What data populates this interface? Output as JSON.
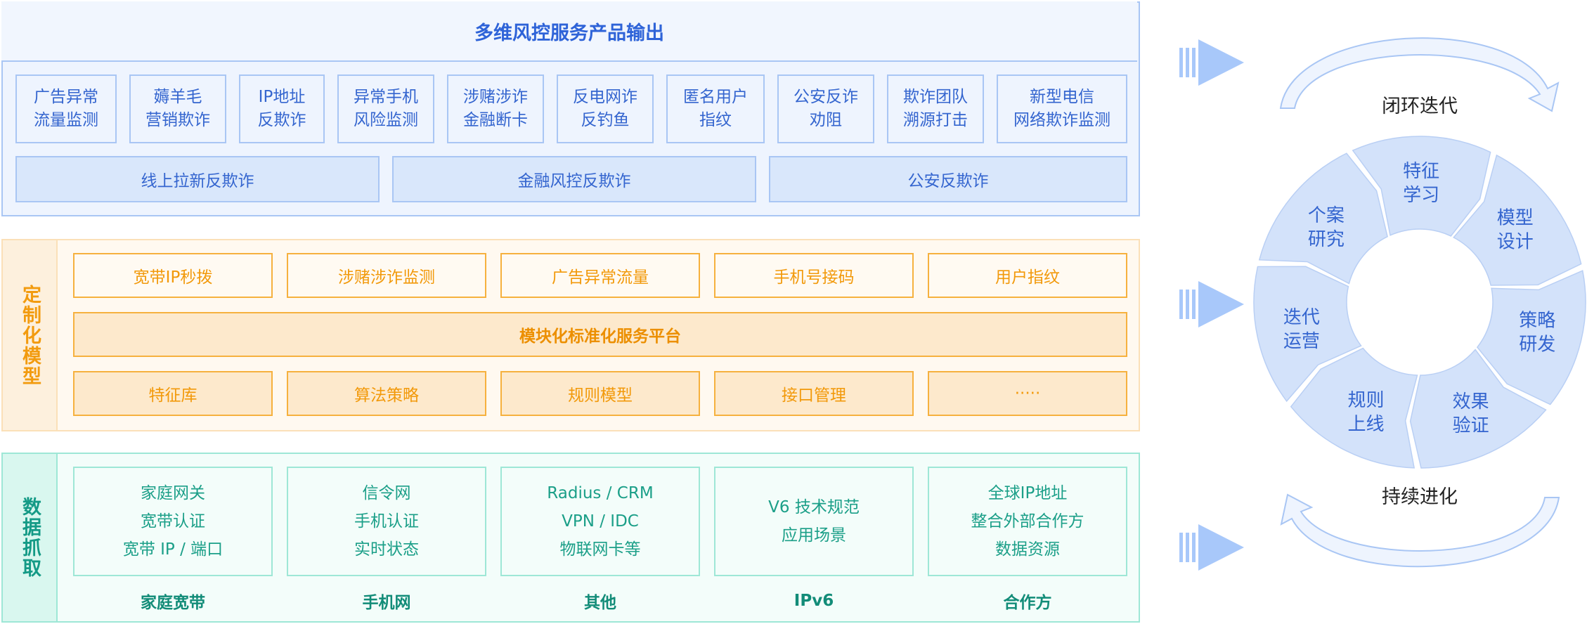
{
  "output": {
    "title": "多维风控服务产品输出",
    "services": [
      "广告异常\n流量监测",
      "薅羊毛\n营销欺诈",
      "IP地址\n反欺诈",
      "异常手机\n风险监测",
      "涉赌涉诈\n金融断卡",
      "反电网诈\n反钓鱼",
      "匿名用户\n指纹",
      "公安反诈\n劝阻",
      "欺诈团队\n溯源打击",
      "新型电信\n网络欺诈监测"
    ],
    "groups": [
      "线上拉新反欺诈",
      "金融风控反欺诈",
      "公安反欺诈"
    ]
  },
  "model": {
    "side_label": "定制化模型",
    "top_row": [
      "宽带IP秒拨",
      "涉赌涉诈监测",
      "广告异常流量",
      "手机号接码",
      "用户指纹"
    ],
    "platform": "模块化标准化服务平台",
    "bottom_row": [
      "特征库",
      "算法策略",
      "规则模型",
      "接口管理",
      "·····"
    ]
  },
  "data": {
    "side_label": "数据抓取",
    "sources": [
      {
        "content": "家庭网关\n宽带认证\n宽带 IP / 端口",
        "label": "家庭宽带"
      },
      {
        "content": "信令网\n手机认证\n实时状态",
        "label": "手机网"
      },
      {
        "content": "Radius / CRM\nVPN / IDC\n物联网卡等",
        "label": "其他"
      },
      {
        "content": "V6 技术规范\n应用场景",
        "label": "IPv6"
      },
      {
        "content": "全球IP地址\n整合外部合作方\n数据资源",
        "label": "合作方"
      }
    ]
  },
  "cycle": {
    "top_label": "闭环迭代",
    "bottom_label": "持续进化",
    "steps": [
      {
        "l1": "特征",
        "l2": "学习"
      },
      {
        "l1": "模型",
        "l2": "设计"
      },
      {
        "l1": "策略",
        "l2": "研发"
      },
      {
        "l1": "效果",
        "l2": "验证"
      },
      {
        "l1": "规则",
        "l2": "上线"
      },
      {
        "l1": "迭代",
        "l2": "运营"
      },
      {
        "l1": "个案",
        "l2": "研究"
      }
    ]
  },
  "colors": {
    "blue_text": "#3465cf",
    "blue_border": "#a9c6f4",
    "orange_text": "#f2990a",
    "orange_border": "#f6b13e",
    "teal_text": "#1b9f88",
    "teal_border": "#9ee7d6",
    "arrow": "#a8c8fa",
    "ring": "#d3e2fa"
  }
}
